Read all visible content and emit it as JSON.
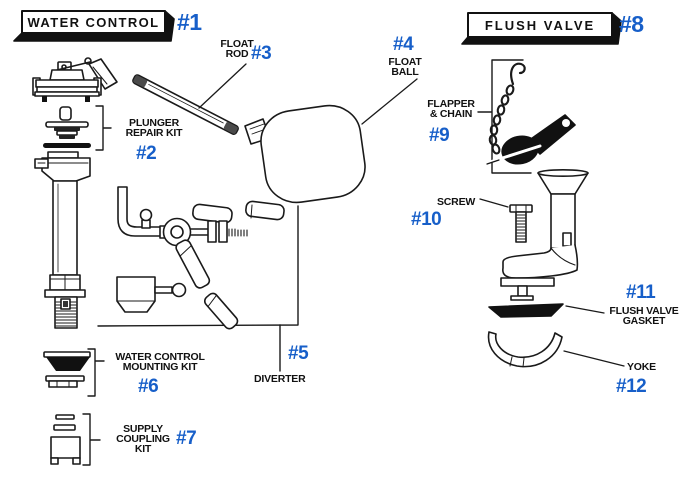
{
  "diagram": {
    "title_left": "WATER CONTROL",
    "title_right": "FLUSH VALVE",
    "colors": {
      "ref_blue": "#175fc9",
      "line_ink": "#1a1a1a",
      "background": "#ffffff"
    },
    "labels": {
      "part1": {
        "ref": "#1"
      },
      "part2": {
        "name": "PLUNGER\nREPAIR KIT",
        "ref": "#2"
      },
      "part3": {
        "name": "FLOAT\nROD",
        "ref": "#3"
      },
      "part4": {
        "name": "FLOAT\nBALL",
        "ref": "#4"
      },
      "part5": {
        "name": "DIVERTER",
        "ref": "#5"
      },
      "part6": {
        "name": "WATER CONTROL\nMOUNTING KIT",
        "ref": "#6"
      },
      "part7": {
        "name": "SUPPLY\nCOUPLING\nKIT",
        "ref": "#7"
      },
      "part8": {
        "ref": "#8"
      },
      "part9": {
        "name": "FLAPPER\n& CHAIN",
        "ref": "#9"
      },
      "part10": {
        "name": "SCREW",
        "ref": "#10"
      },
      "part11": {
        "name": "FLUSH VALVE\nGASKET",
        "ref": "#11"
      },
      "part12": {
        "name": "YOKE",
        "ref": "#12"
      }
    }
  }
}
